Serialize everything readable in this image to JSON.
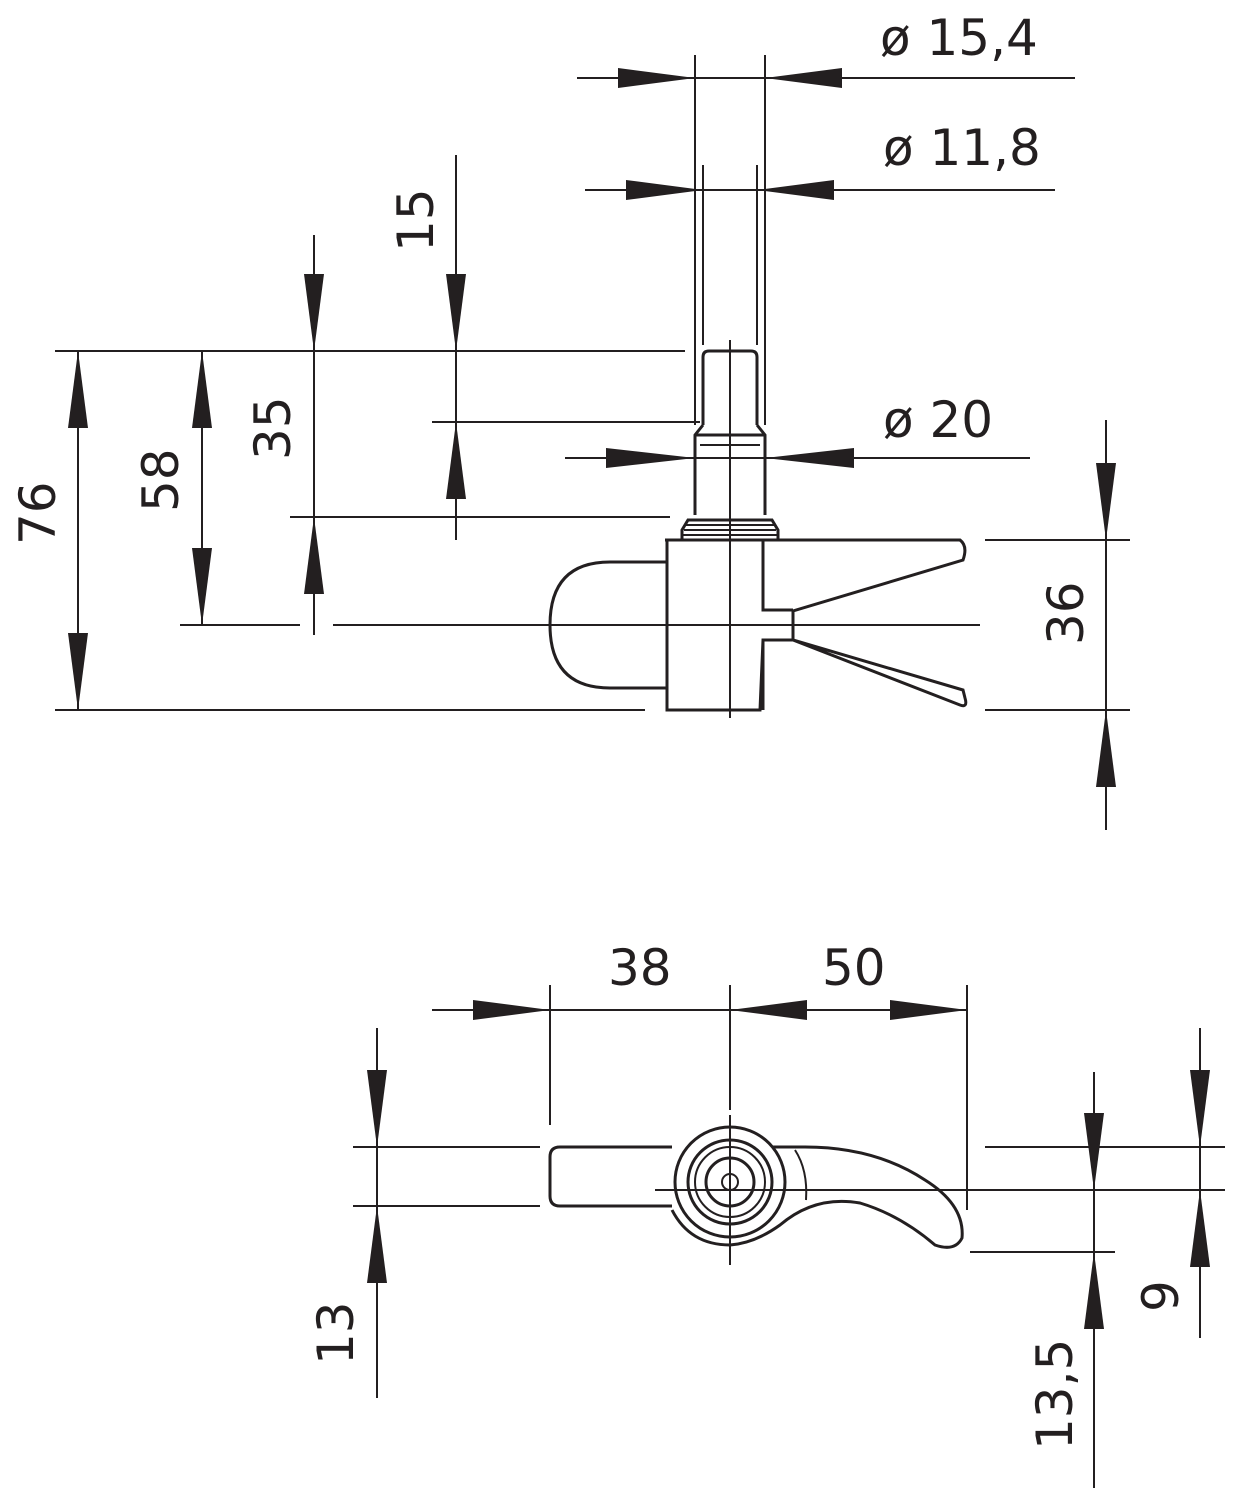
{
  "dimensions": {
    "dia_outer": "ø 15,4",
    "dia_inner": "ø 11,8",
    "dia_collar": "ø 20",
    "height_pin": "15",
    "height_35": "35",
    "height_58": "58",
    "height_76": "76",
    "height_36": "36",
    "length_left": "38",
    "length_right": "50",
    "thickness_13": "13",
    "thickness_13_5": "13,5",
    "thickness_9": "9"
  },
  "colors": {
    "line": "#231f20",
    "background": "#ffffff"
  }
}
